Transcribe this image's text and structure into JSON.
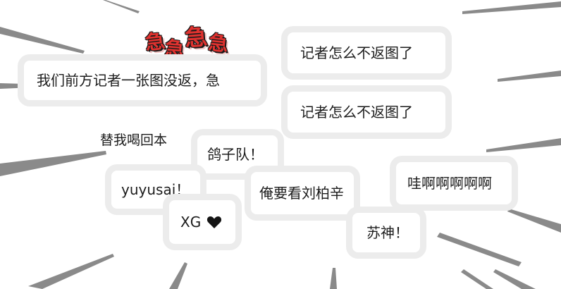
{
  "sticker": {
    "text": "急急急急",
    "color": "#e0322f"
  },
  "messages": [
    {
      "id": "our-reporter",
      "text": "我们前方记者一张图没返，急"
    },
    {
      "id": "reporter-1",
      "text": "记者怎么不返图了"
    },
    {
      "id": "reporter-2",
      "text": "记者怎么不返图了"
    },
    {
      "id": "win-back",
      "text": "替我喝回本"
    },
    {
      "id": "pigeon-team",
      "text": "鸽子队！"
    },
    {
      "id": "yuyusai",
      "text": "yuyusai！"
    },
    {
      "id": "liu-baixin",
      "text": "俺要看刘柏辛"
    },
    {
      "id": "wow",
      "text": "哇啊啊啊啊啊"
    },
    {
      "id": "xg",
      "text": "XG"
    },
    {
      "id": "su-shen",
      "text": "苏神！"
    }
  ],
  "icons": {
    "heart": "black-heart-icon"
  }
}
